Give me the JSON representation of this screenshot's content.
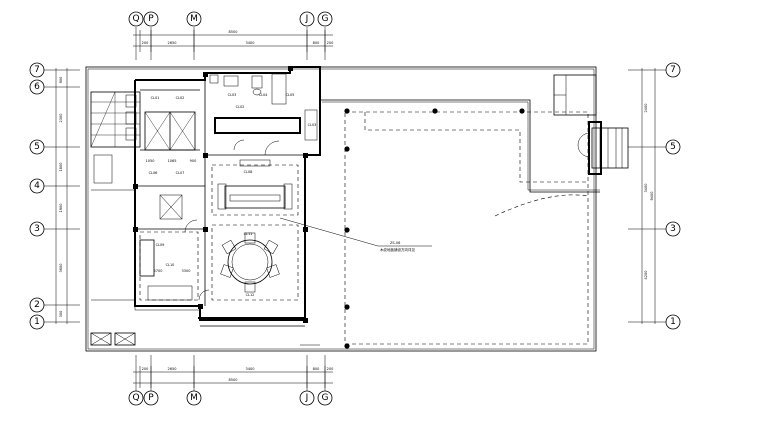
{
  "grid_top": [
    "Q",
    "P",
    "M",
    "J",
    "G"
  ],
  "grid_bottom": [
    "Q",
    "P",
    "M",
    "J",
    "G"
  ],
  "grid_left": [
    "7",
    "6",
    "5",
    "4",
    "3",
    "2",
    "1"
  ],
  "grid_right": [
    "7",
    "5",
    "3",
    "1"
  ],
  "dims_top": {
    "total": "8500",
    "segments": [
      "200",
      "2650",
      "3400",
      "800",
      "200"
    ]
  },
  "dims_bottom": {
    "total": "8500",
    "segments": [
      "200",
      "2650",
      "3400",
      "800",
      "200"
    ]
  },
  "dims_left": [
    "900",
    "2300",
    "1800",
    "1900",
    "3600",
    "300"
  ],
  "dims_right": [
    "2400",
    "3400",
    "4200"
  ],
  "dims_right_total": "9400",
  "callout": {
    "code": "ZS-06",
    "text": "木纹地板铺设方向详见"
  },
  "room_labels": {
    "r1": "CL01",
    "r2": "CL02",
    "r3": "CL03",
    "r4": "CL04",
    "r5": "CL05",
    "r6": "CL06",
    "r7": "CL07",
    "r8": "CL08",
    "r9": "CL09",
    "r10": "CL10",
    "r11": "CL11",
    "r12": "CL12",
    "r13": "CL02",
    "r14": "CL03"
  },
  "small_dims": {
    "d1": "1050",
    "d2": "1065",
    "d3": "900",
    "d4": "5700",
    "d5": "3300"
  }
}
